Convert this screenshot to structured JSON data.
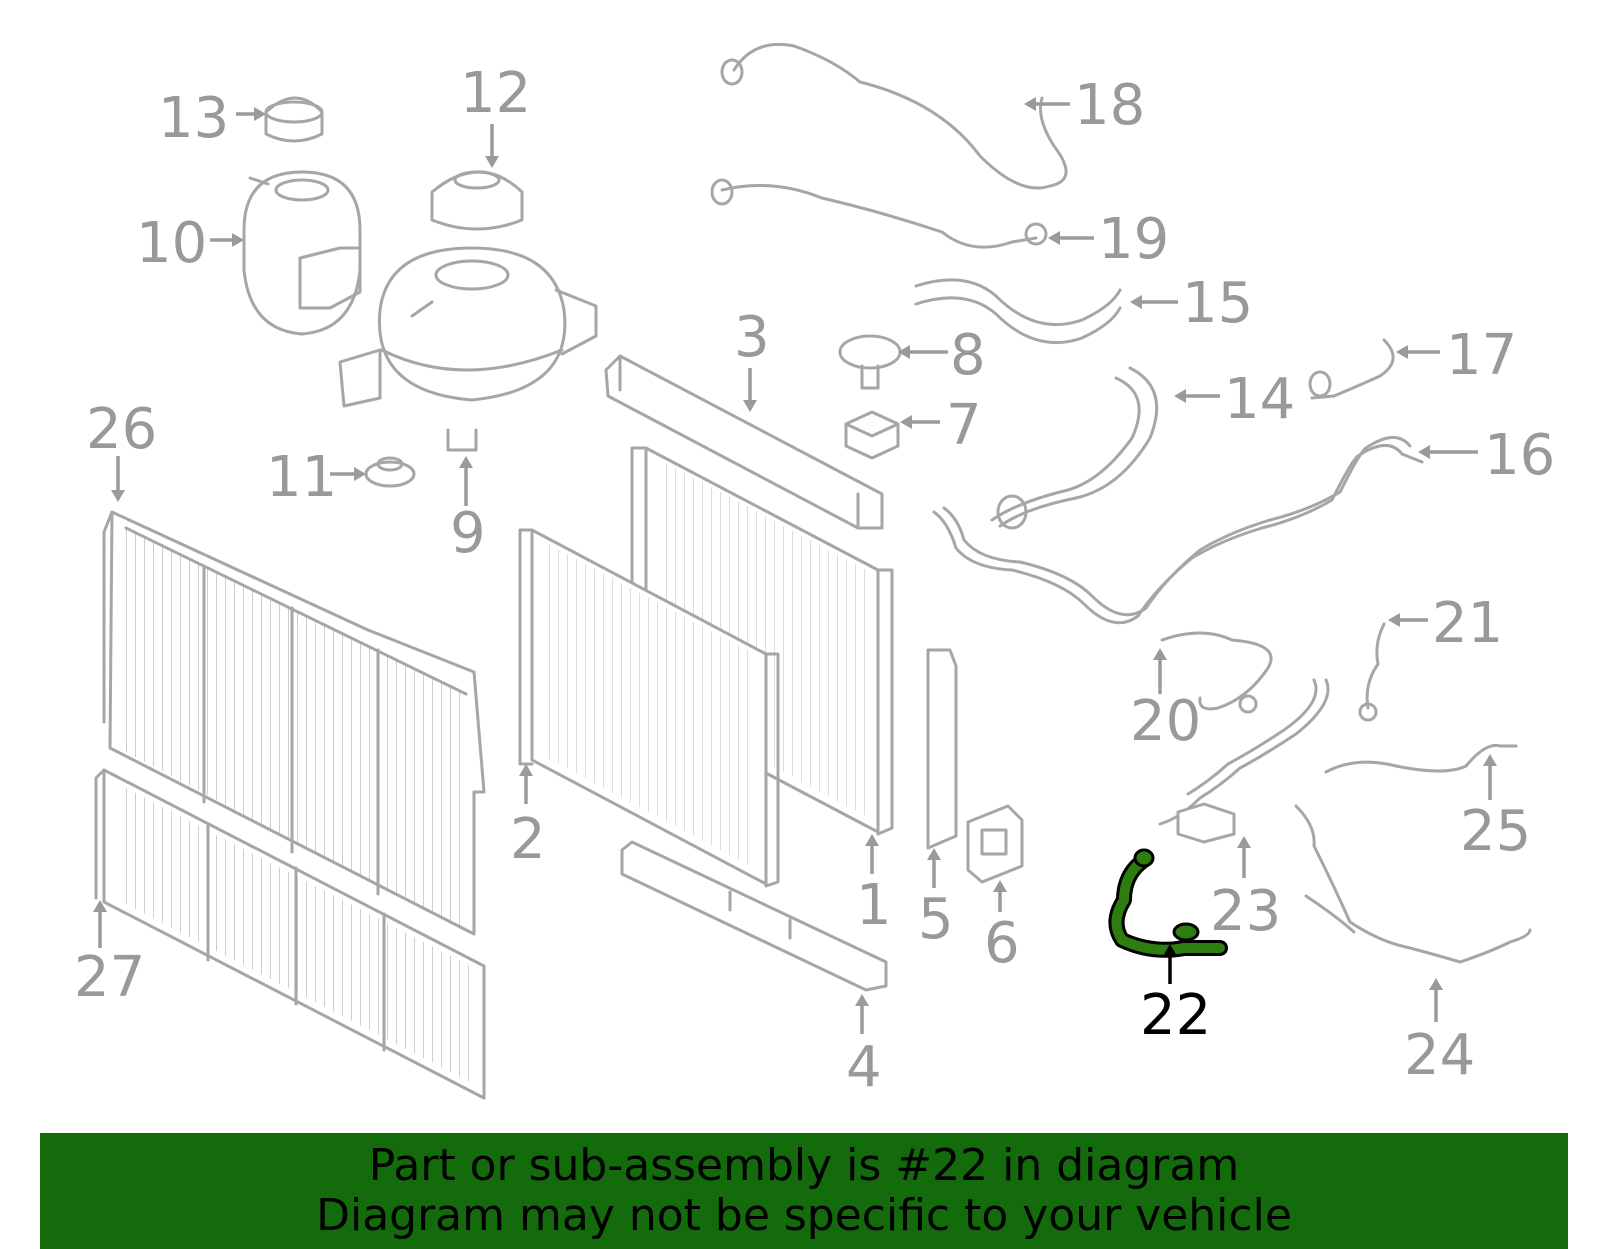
{
  "callouts": {
    "c1": "1",
    "c2": "2",
    "c3": "3",
    "c4": "4",
    "c5": "5",
    "c6": "6",
    "c7": "7",
    "c8": "8",
    "c9": "9",
    "c10": "10",
    "c11": "11",
    "c12": "12",
    "c13": "13",
    "c14": "14",
    "c15": "15",
    "c16": "16",
    "c17": "17",
    "c18": "18",
    "c19": "19",
    "c20": "20",
    "c21": "21",
    "c22": "22",
    "c23": "23",
    "c24": "24",
    "c25": "25",
    "c26": "26",
    "c27": "27"
  },
  "highlighted_part": "22",
  "colors": {
    "part_outline": "#a6a6a6",
    "callout_text": "#999999",
    "highlight": "#2e7d10",
    "banner_background": "#136b0c",
    "banner_text": "#000000"
  },
  "banner": {
    "line1": "Part or sub-assembly is #22 in diagram",
    "line2": "Diagram may not be specific to your vehicle"
  }
}
